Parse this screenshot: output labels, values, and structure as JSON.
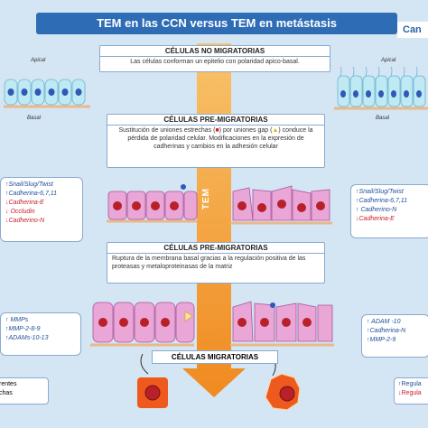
{
  "title": "TEM en las CCN versus TEM en metástasis",
  "corner_tag": "Can",
  "top_box": {
    "title": "CÉLULAS NO MIGRATORIAS",
    "text": "Las células conforman un epitelio con polaridad apico-basal."
  },
  "labels": {
    "apical_left": "Apical",
    "basal_left": "Basal",
    "apical_right": "Apical",
    "basal_right": "Basal"
  },
  "premigr_box_1": {
    "title": "CÉLULAS PRE-MIGRATORIAS",
    "text_a": "Sustitución de uniones estrechas (",
    "symbol_a": "■",
    "text_b": ") por uniones gap (",
    "symbol_b": "▲",
    "text_c": ") conduce la pérdida de polaridad celular. Modificaciones en la expresión de cadherinas y cambios en la adhesión celular"
  },
  "tem_label": "TEM",
  "left_card_1": {
    "line1": "↑Snail/Slug/Twist",
    "line2": "↑Cadherina-6,7,11",
    "line3": "↓Cadherina-E",
    "line4": "↓ Occludin",
    "line5": "↓Cadherino-N"
  },
  "right_card_1": {
    "line1": "↑Snail/Slug/Twist",
    "line2": "↑Cadherina-6,7,11",
    "line3": "↑ Cadherino-N",
    "line4": "↓Cadherina-E"
  },
  "premigr_box_2": {
    "title": "CÉLULAS PRE-MIGRATORIAS",
    "text": "Ruptura de la membrana basal gracias a la regulación positiva de las proteasas y metaloproteinasas de la matriz"
  },
  "left_card_2": {
    "line1": "↑ MMPs",
    "line2": "↑MMP-2-8-9",
    "line3": "↑ADAMs-10-13"
  },
  "right_card_2": {
    "line1": "↑ ADAM -10",
    "line2": "↑Cadherina-N",
    "line3": "↑MMP-2-9"
  },
  "migr_label": "CÉLULAS MIGRATORIAS",
  "legend_left": {
    "line1": "rentes",
    "line2": "chas"
  },
  "legend_right": {
    "line1": "↑Regula",
    "line2": "↓Regula"
  },
  "colors": {
    "title_bg": "#2e6cb6",
    "arrow": "#f39a2a",
    "cell_pink": "#e9a6d6",
    "cell_cyan": "#bfe9f3",
    "nucleus_blue": "#2f58b8",
    "migr_orange": "#ee5a1e",
    "up_blue": "#1f4e9a",
    "down_red": "#c8202a"
  }
}
